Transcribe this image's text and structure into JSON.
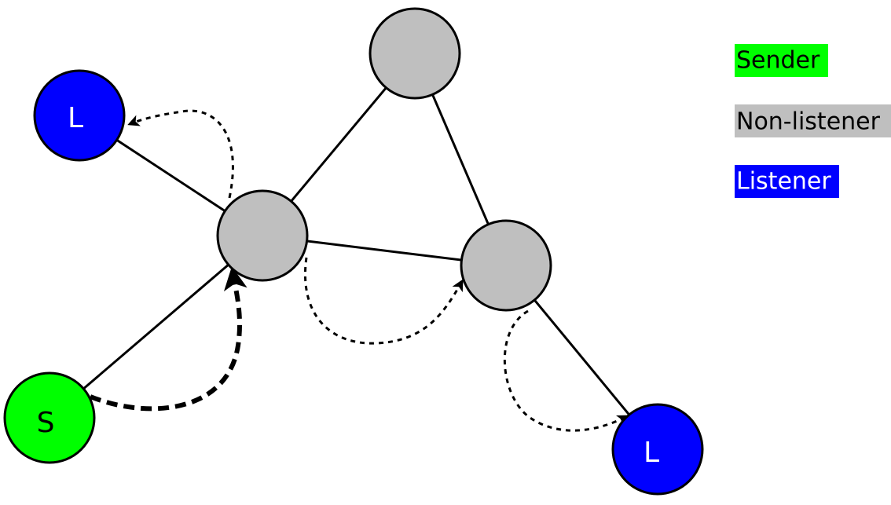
{
  "colors": {
    "sender": "#00ff00",
    "non_listener": "#bfbfbf",
    "listener": "#0000ff",
    "edge": "#000000",
    "node_stroke": "#000000"
  },
  "nodes": {
    "listener_top_left": {
      "label": "L",
      "role": "listener"
    },
    "non_listener_top": {
      "label": "",
      "role": "non_listener"
    },
    "non_listener_center": {
      "label": "",
      "role": "non_listener"
    },
    "non_listener_right": {
      "label": "",
      "role": "non_listener"
    },
    "sender": {
      "label": "S",
      "role": "sender"
    },
    "listener_bottom_right": {
      "label": "L",
      "role": "listener"
    }
  },
  "edges": [
    {
      "from": "listener_top_left",
      "to": "non_listener_center"
    },
    {
      "from": "non_listener_center",
      "to": "non_listener_top"
    },
    {
      "from": "non_listener_top",
      "to": "non_listener_right"
    },
    {
      "from": "non_listener_center",
      "to": "non_listener_right"
    },
    {
      "from": "sender",
      "to": "non_listener_center"
    },
    {
      "from": "non_listener_right",
      "to": "listener_bottom_right"
    }
  ],
  "message_arrows": [
    {
      "from": "sender",
      "to": "non_listener_center",
      "style": "thick-dashed"
    },
    {
      "from": "non_listener_center",
      "to": "listener_top_left",
      "style": "dotted"
    },
    {
      "from": "non_listener_center",
      "to": "non_listener_right",
      "style": "dotted"
    },
    {
      "from": "non_listener_right",
      "to": "listener_bottom_right",
      "style": "dotted"
    }
  ],
  "legend": {
    "sender": "Sender",
    "non_listener": "Non-listener",
    "listener": "Listener"
  }
}
